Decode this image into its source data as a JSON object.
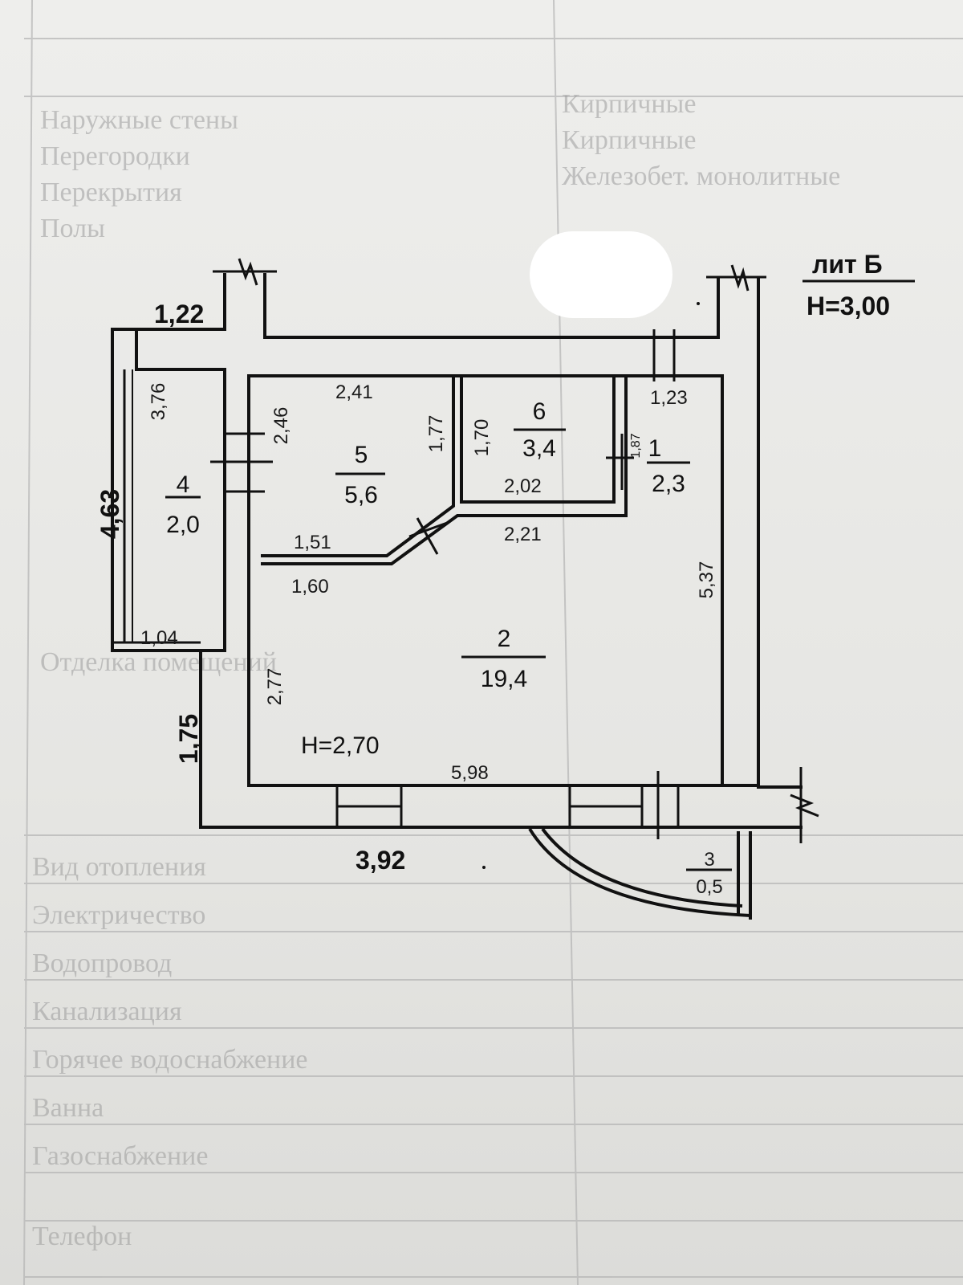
{
  "literal": {
    "label": "лит Б",
    "height": "Н=3,00"
  },
  "inner_height": "Н=2,70",
  "rooms": [
    {
      "number": "1",
      "area": "2,3"
    },
    {
      "number": "2",
      "area": "19,4"
    },
    {
      "number": "3",
      "area": "0,5"
    },
    {
      "number": "4",
      "area": "2,0"
    },
    {
      "number": "5",
      "area": "5,6"
    },
    {
      "number": "6",
      "area": "3,4"
    }
  ],
  "outer_dims": {
    "top_left": "1,22",
    "left": "4,63",
    "left_lower": "1,75",
    "bottom": "3,92"
  },
  "room_dims": {
    "r5_top": "2,41",
    "r5_left": "2,46",
    "r5_right": "1,77",
    "r5_bottom": "1,51",
    "r6_left": "1,70",
    "r6_bottom": "2,02",
    "r1_top": "1,23",
    "r1_left": "1,87",
    "corridor": "2,21",
    "r2_right": "5,37",
    "r2_upper_left": "1,60",
    "r2_left": "2,77",
    "r2_bottom": "5,98",
    "r4_height": "3,76",
    "r4_bottom": "1,04"
  },
  "background_rows": [
    {
      "left": "Наружные стены",
      "right": "Кирпичные"
    },
    {
      "left": "Перегородки",
      "right": "Кирпичные"
    },
    {
      "left": "Перекрытия",
      "right": "Железобет. монолитные"
    },
    {
      "left": "Полы",
      "right": ""
    },
    {
      "left": "Отделка помещений",
      "right": ""
    },
    {
      "left": "Вид отопления",
      "right": ""
    },
    {
      "left": "Электричество",
      "right": ""
    },
    {
      "left": "Водопровод",
      "right": ""
    },
    {
      "left": "Канализация",
      "right": ""
    },
    {
      "left": "Горячее водоснабжение",
      "right": ""
    },
    {
      "left": "Ванна",
      "right": ""
    },
    {
      "left": "Газоснабжение",
      "right": ""
    },
    {
      "left": "Телефон",
      "right": ""
    }
  ]
}
